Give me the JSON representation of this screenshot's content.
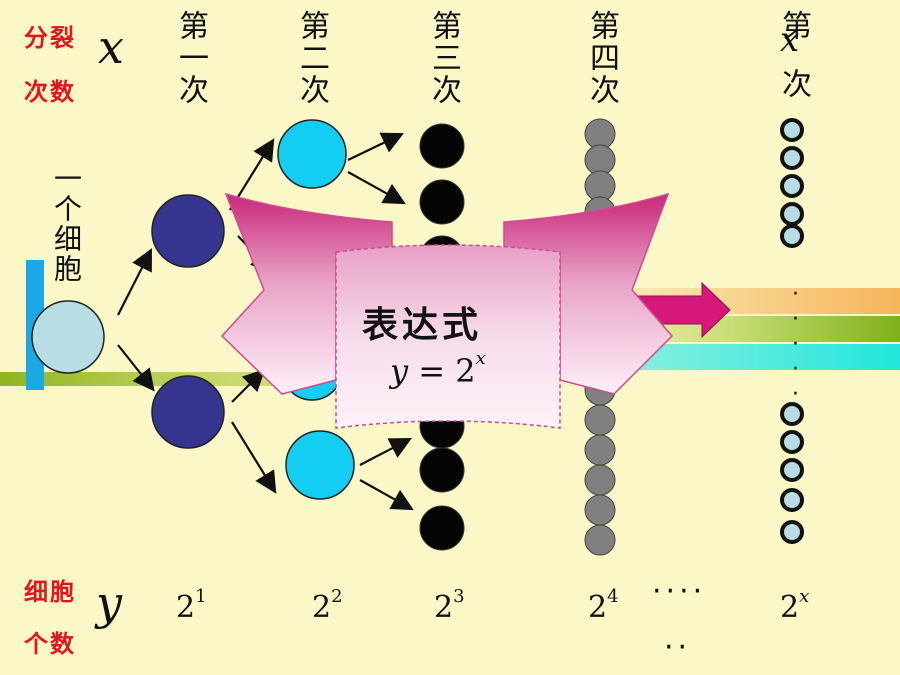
{
  "labels": {
    "split_count_line1": "分裂",
    "split_count_line2": "次数",
    "x_var": "x",
    "cell_count_line1": "细胞",
    "cell_count_line2": "个数",
    "y_var": "y",
    "one_cell": "一个细胞"
  },
  "columns": [
    {
      "header": "第一次",
      "base": "2",
      "exp": "1"
    },
    {
      "header": "第二次",
      "base": "2",
      "exp": "2"
    },
    {
      "header": "第三次",
      "base": "2",
      "exp": "3"
    },
    {
      "header": "第四次",
      "base": "2",
      "exp": "4"
    },
    {
      "header_top": "第",
      "header_var": "x",
      "header_bottom": "次",
      "base": "2",
      "exp": "x"
    }
  ],
  "ellipsis": {
    "row": "····",
    "row2": "··",
    "vertical": "·····"
  },
  "banner": {
    "title": "表达式",
    "formula_lhs": "y",
    "formula_eq": " = 2",
    "formula_exp": "x"
  },
  "colors": {
    "background": "#fbf7c6",
    "red_label": "#e8141b",
    "cell_start": "#b7dfe3",
    "gen1": "#35358f",
    "gen2": "#13cdf2",
    "gen3": "#050505",
    "gen4": "#808080",
    "genx": "#b7dfe3",
    "banner": "#c8287a",
    "arrow": "#d6187a"
  }
}
